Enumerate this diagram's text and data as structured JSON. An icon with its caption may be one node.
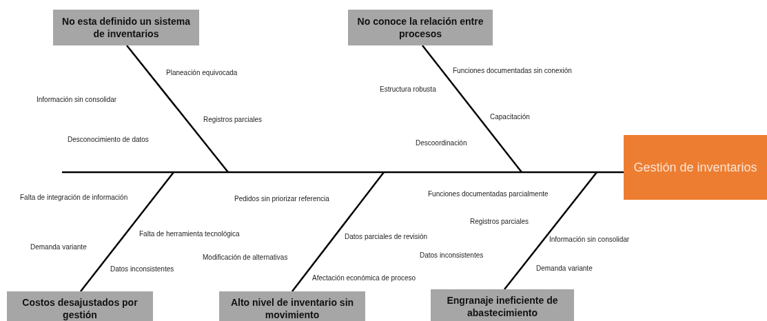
{
  "diagram": {
    "nodes": [
      {
        "text": [
          "Gestión de inventarios"
        ]
      },
      {
        "text": [
          "No esta definido un sistema de inventarios"
        ]
      },
      {
        "text": [
          "No conoce la relación entre procesos"
        ]
      },
      {
        "text": [
          "Costos desajustados por gestión"
        ]
      },
      {
        "text": [
          "Alto nivel de inventario sin movimiento"
        ]
      },
      {
        "text": [
          "Engranaje ineficiente de abastecimiento"
        ]
      }
    ],
    "edges": [
      {
        "from": null,
        "to": 0,
        "arrow": "none"
      },
      {
        "from": 1,
        "to": null,
        "arrow": "none"
      },
      {
        "from": 2,
        "to": null,
        "arrow": "none"
      },
      {
        "from": 3,
        "to": null,
        "arrow": "none"
      },
      {
        "from": 4,
        "to": null,
        "arrow": "none"
      },
      {
        "from": 5,
        "to": null,
        "arrow": "none"
      }
    ],
    "labels": [
      "Funciones documentadas sin conexión",
      "Planeación equivocada",
      "Estructura robusta",
      "Información sin consolidar",
      "Capacitación",
      "Registros parciales",
      "Desconocimiento de datos",
      "Descoordinación",
      "Funciones documentadas parcialmente",
      "Falta de integración de información",
      "Pedidos sin priorizar referencia",
      "Registros parciales",
      "Falta de herramienta tecnológica",
      "Datos parciales de revisión",
      "Información sin consolidar",
      "Demanda variante",
      "Datos inconsistentes",
      "Modificación de alternativas",
      "Datos inconsistentes",
      "Demanda variante",
      "Afectación económica de proceso"
    ]
  }
}
